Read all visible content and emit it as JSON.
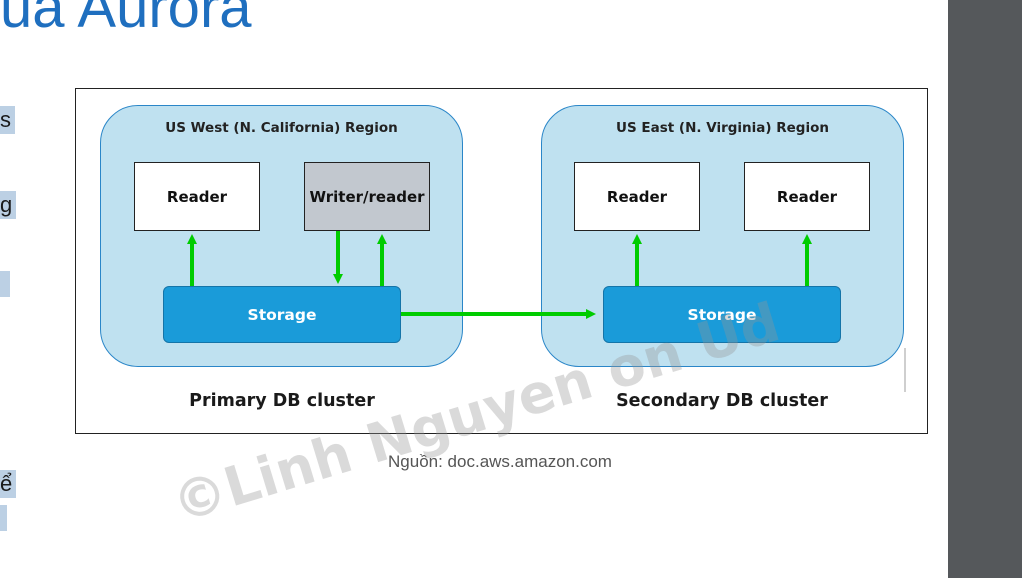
{
  "slide": {
    "title": "ủa Aurora",
    "side_tags": [
      "s",
      "g",
      "",
      "ể",
      ""
    ],
    "caption": "Nguồn: doc.aws.amazon.com",
    "watermark": "©Linh Nguyen on Ud"
  },
  "diagram": {
    "primary": {
      "region_label": "US West (N. California) Region",
      "reader_label": "Reader",
      "writer_label": "Writer/reader",
      "storage_label": "Storage",
      "cluster_label": "Primary DB cluster"
    },
    "secondary": {
      "region_label": "US East (N. Virginia) Region",
      "reader1_label": "Reader",
      "reader2_label": "Reader",
      "storage_label": "Storage",
      "cluster_label": "Secondary DB cluster"
    },
    "colors": {
      "region_fill": "#bfe1f0",
      "storage_fill": "#1a9bd9",
      "writer_fill": "#c2c8cf",
      "arrow": "#00cc00",
      "title_blue": "#1f6fbf"
    }
  }
}
